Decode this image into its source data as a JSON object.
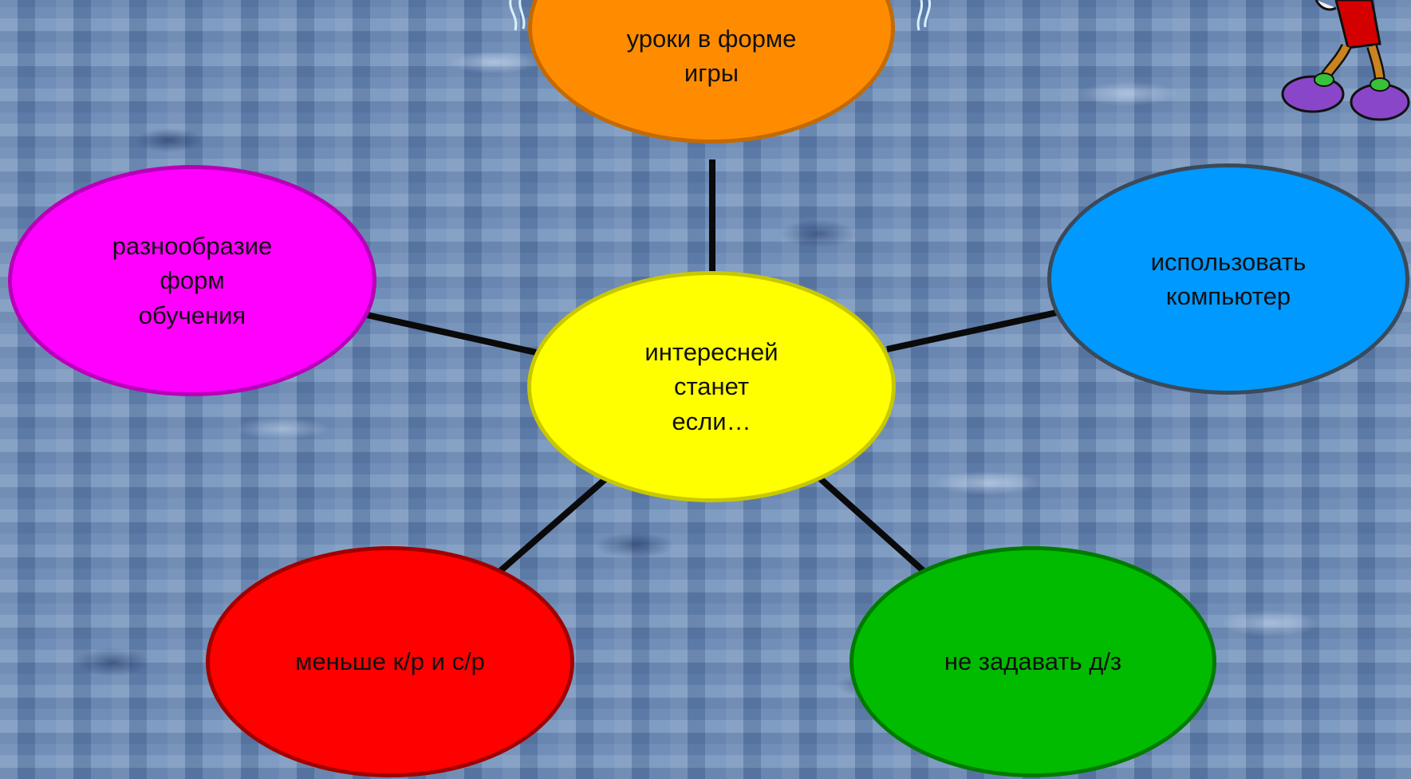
{
  "diagram": {
    "center": {
      "label": "интересней\nстанет\nесли…",
      "fill": "#ffff00",
      "border": "#c8c800"
    },
    "nodes": [
      {
        "id": "top",
        "label": "уроки в форме\nигры",
        "fill": "#ff8c00",
        "border": "#c46a00"
      },
      {
        "id": "left",
        "label": "разнообразие\nформ\nобучения",
        "fill": "#ff00ff",
        "border": "#b800b8"
      },
      {
        "id": "right",
        "label": "использовать\nкомпьютер",
        "fill": "#0099ff",
        "border": "#3a4a5a"
      },
      {
        "id": "bottom-left",
        "label": "меньше к/р и с/р",
        "fill": "#ff0000",
        "border": "#a00000"
      },
      {
        "id": "bottom-right",
        "label": "не задавать д/з",
        "fill": "#00bb00",
        "border": "#007a00"
      }
    ],
    "connector_color": "#0a0a0a"
  }
}
